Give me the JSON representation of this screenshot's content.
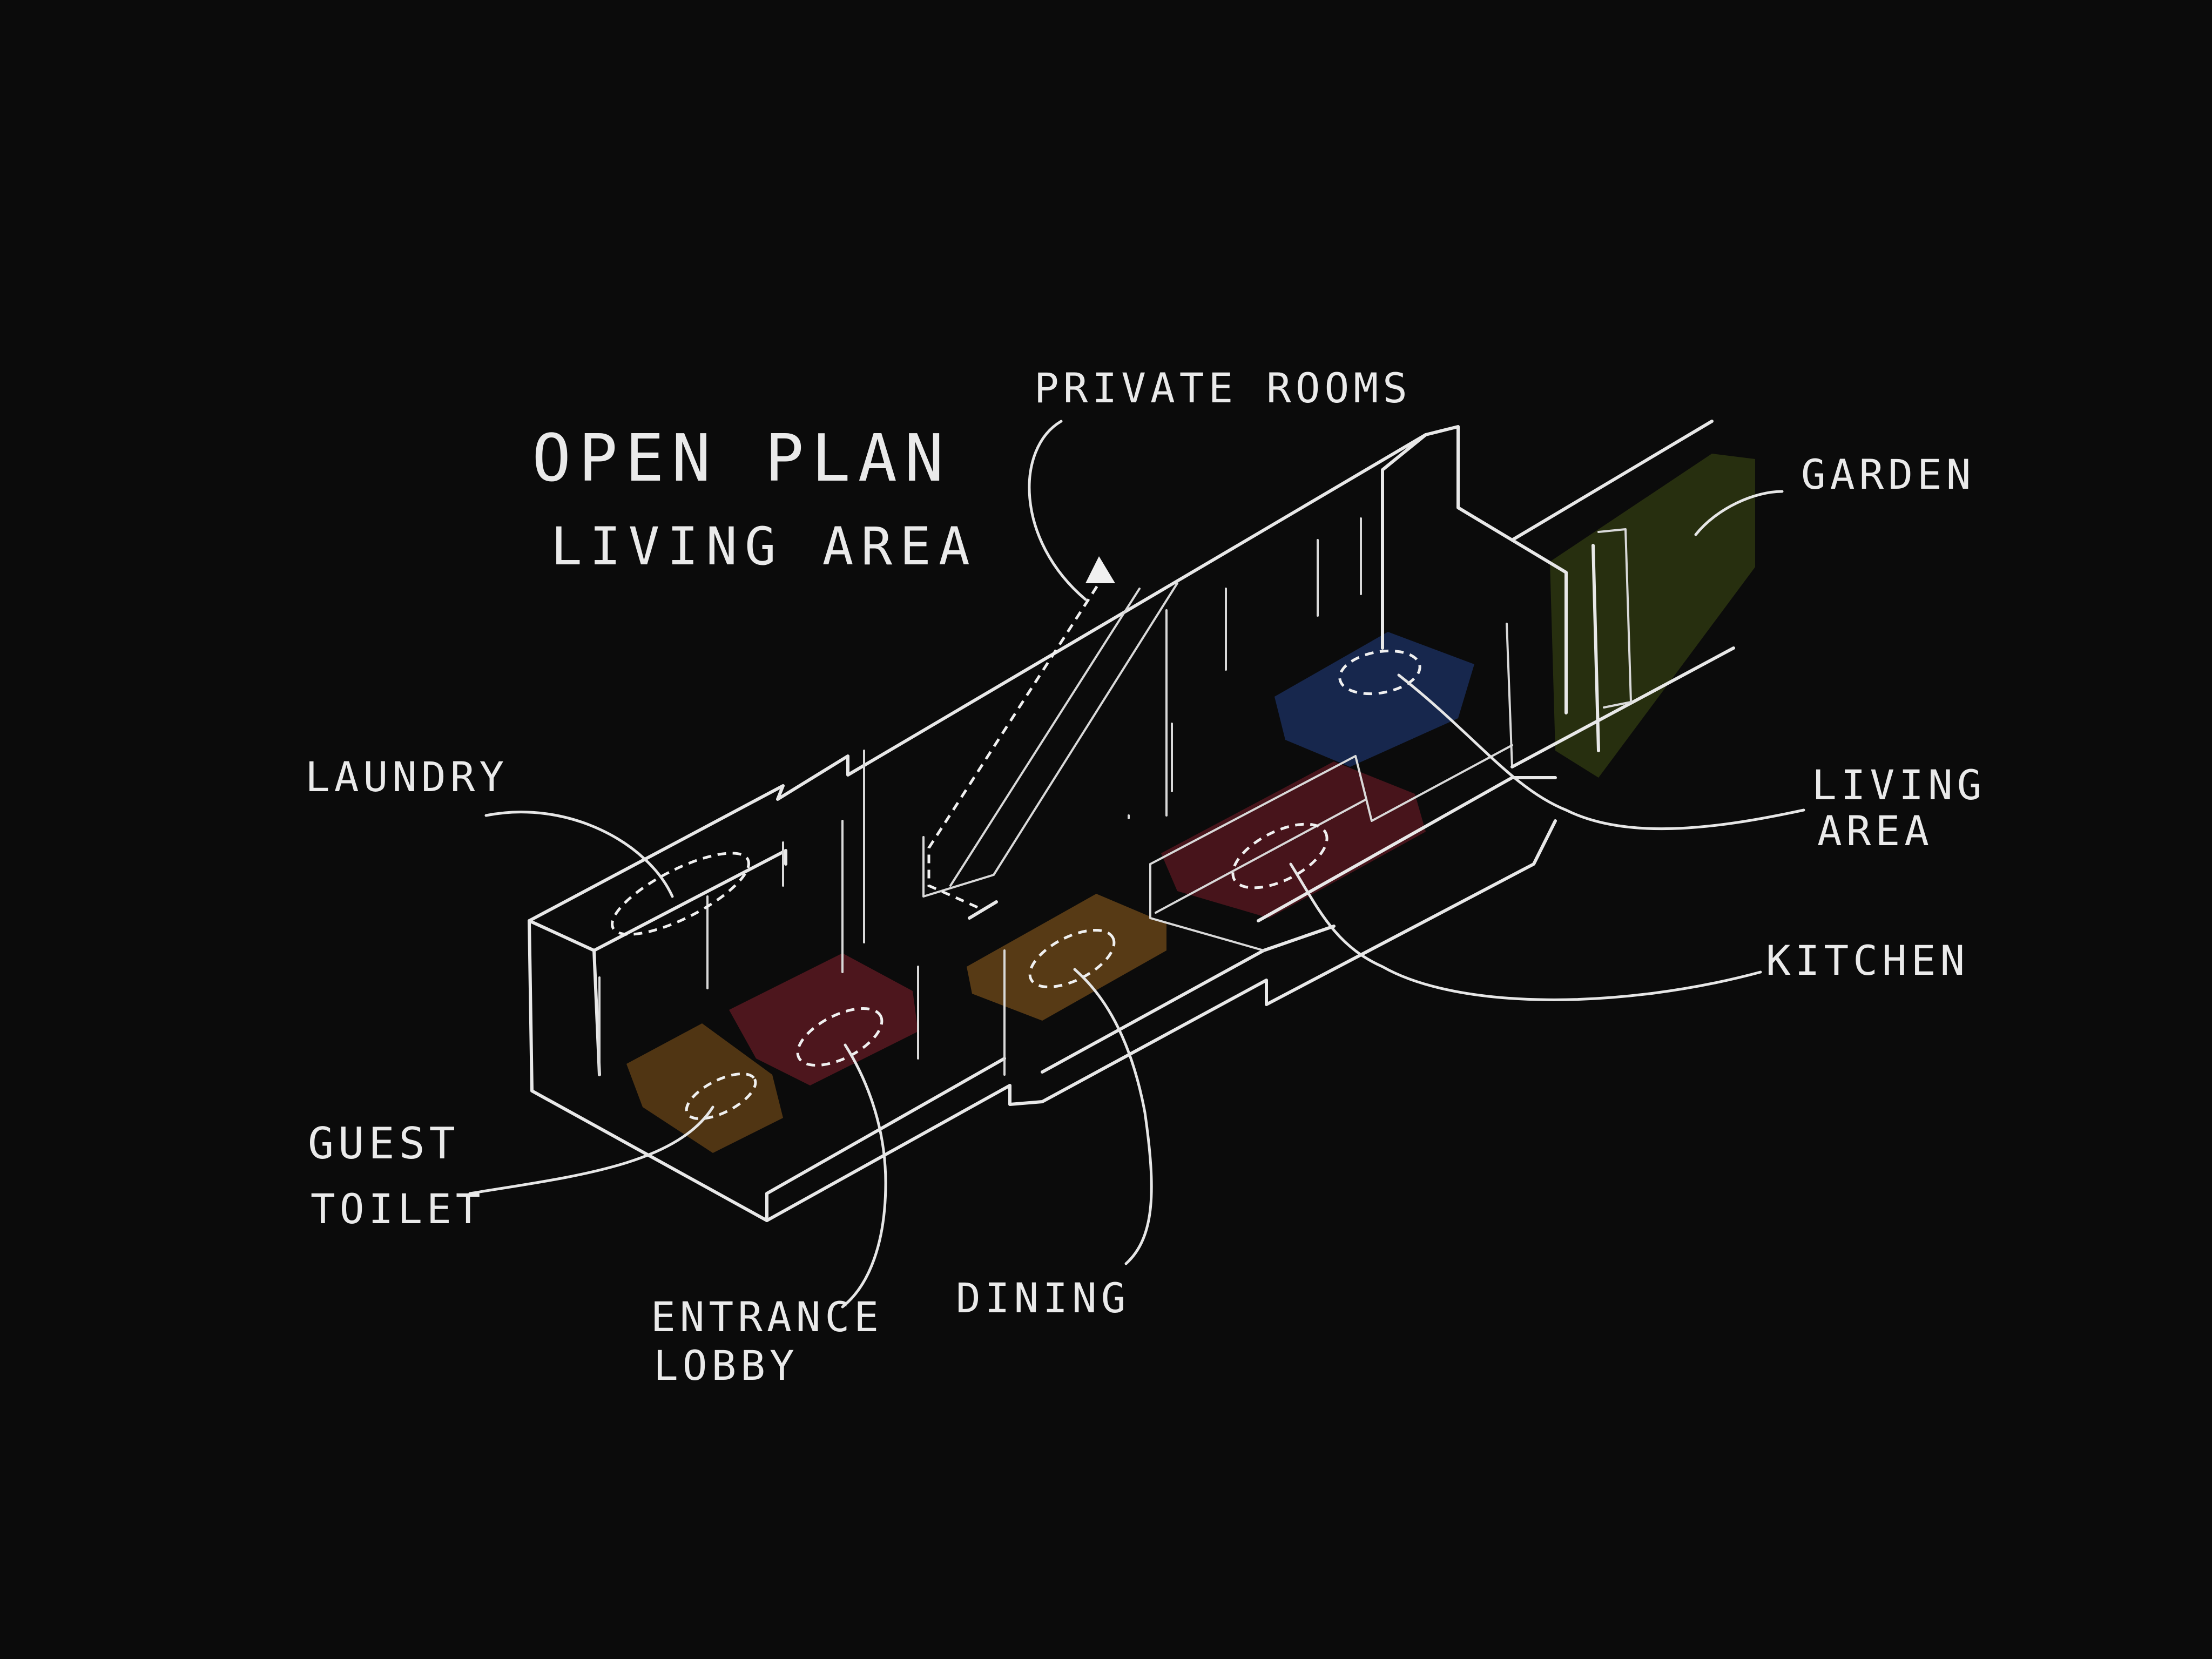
{
  "title": {
    "line1": "OPEN PLAN",
    "line2": "LIVING AREA"
  },
  "labels": {
    "private_rooms": "PRIVATE ROOMS",
    "garden": "GARDEN",
    "laundry": "LAUNDRY",
    "living_area_1": "LIVING",
    "living_area_2": "AREA",
    "kitchen": "KITCHEN",
    "guest_toilet_1": "GUEST",
    "guest_toilet_2": "TOILET",
    "entrance_lobby_1": "ENTRANCE",
    "entrance_lobby_2": "LOBBY",
    "dining": "DINING"
  },
  "zone_colors": {
    "guest_toilet": "#8a5a1c",
    "entrance_lobby": "#7a1e2a",
    "dining": "#8a5a1c",
    "kitchen": "#7a1e2a",
    "living_area": "#1f3b7a",
    "garden": "#4a5a14"
  },
  "background_color": "#0b0b0b",
  "ink_color": "#e8e8e8"
}
